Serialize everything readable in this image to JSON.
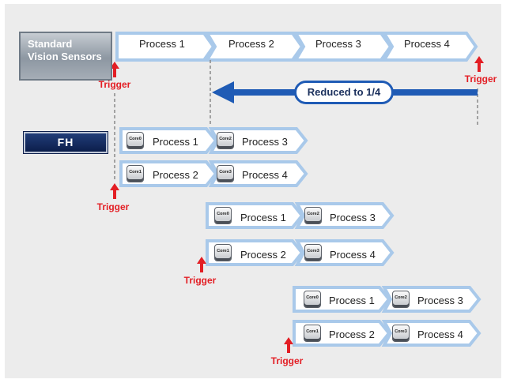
{
  "colors": {
    "arrow_fill": "#a9c9ea",
    "arrow_body": "#5b93d3",
    "trigger": "#e31e24",
    "reduced_arrow": "#1f5bb5",
    "fh_box": "#14275a"
  },
  "standard": {
    "label_line1": "Standard",
    "label_line2": "Vision Sensors",
    "processes": [
      "Process 1",
      "Process 2",
      "Process 3",
      "Process 4"
    ]
  },
  "fh": {
    "label": "FH"
  },
  "reduced_label": "Reduced to 1/4",
  "trigger_label": "Trigger",
  "groups": [
    {
      "rows": [
        {
          "cores": [
            "Core0",
            "Core2"
          ],
          "processes": [
            "Process 1",
            "Process 3"
          ]
        },
        {
          "cores": [
            "Core1",
            "Core3"
          ],
          "processes": [
            "Process 2",
            "Process 4"
          ]
        }
      ]
    },
    {
      "rows": [
        {
          "cores": [
            "Core0",
            "Core2"
          ],
          "processes": [
            "Process 1",
            "Process 3"
          ]
        },
        {
          "cores": [
            "Core1",
            "Core3"
          ],
          "processes": [
            "Process 2",
            "Process 4"
          ]
        }
      ]
    },
    {
      "rows": [
        {
          "cores": [
            "Core0",
            "Core2"
          ],
          "processes": [
            "Process 1",
            "Process 3"
          ]
        },
        {
          "cores": [
            "Core1",
            "Core3"
          ],
          "processes": [
            "Process 2",
            "Process 4"
          ]
        }
      ]
    }
  ]
}
